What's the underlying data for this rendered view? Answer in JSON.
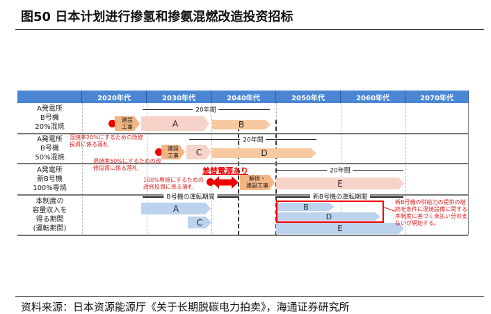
{
  "title": "图50 日本计划进行掺氢和掺氨混燃改造投资招标",
  "source": "资料来源：日本资源能源厅《关于长期脱碳电力拍卖》，海通证券研究所",
  "headers": [
    "2020年代",
    "2030年代",
    "2040年代",
    "2050年代",
    "2060年代",
    "2070年代"
  ],
  "rows": [
    "A発電所\nB号機\n20%混焼",
    "A発電所\nB号機\n50%混焼",
    "A発電所\n新B号機\n100%専焼",
    "本制度の\n容量収入を\n得る期間\n(運転期間)"
  ],
  "construction": "建設\n工事",
  "demolition": "解体・\n建設工事",
  "bars": {
    "A": "A",
    "B": "B",
    "C": "C",
    "D": "D",
    "E": "E"
  },
  "period20": "20年間",
  "note20": "混焼率20%にするための改修投資に係る落札",
  "note50": "混焼率50%にするための改修投資に係る落札",
  "note100": "100%専焼にするための改修投資に係る落札",
  "replacement": "差替電源あり",
  "b_period": "B号機の運転期間",
  "newb_period": "新B号機の運転期間",
  "note_box": "新B号機の供給力の提供の継続を条件に混焼設備に関する本制度に基づく未払い分の支払いが開始する。"
}
